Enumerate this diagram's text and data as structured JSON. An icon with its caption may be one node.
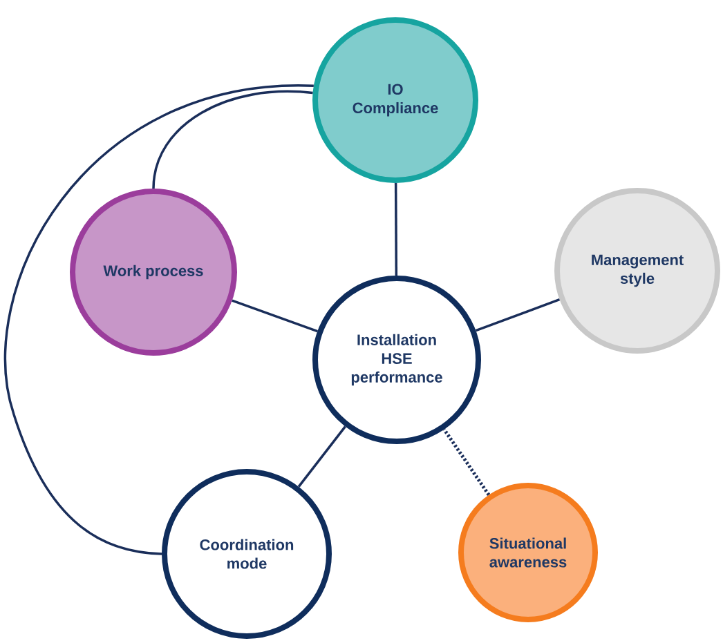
{
  "diagram": {
    "nodes": [
      {
        "text": [
          "IO Compliance"
        ]
      },
      {
        "text": [
          "Work process"
        ]
      },
      {
        "text": [
          "Management style"
        ]
      },
      {
        "text": [
          "Installation HSE performance"
        ]
      },
      {
        "text": [
          "Coordination mode"
        ]
      },
      {
        "text": [
          "Situational awareness"
        ]
      }
    ],
    "edges": [
      {
        "from": 0,
        "to": 3,
        "arrow": "none"
      },
      {
        "from": 1,
        "to": 3,
        "arrow": "none"
      },
      {
        "from": 2,
        "to": 3,
        "arrow": "none"
      },
      {
        "from": 4,
        "to": 3,
        "arrow": "none"
      },
      {
        "from": 5,
        "to": 3,
        "arrow": "none",
        "style": "dashed"
      },
      {
        "from": 0,
        "to": 1,
        "arrow": "none"
      },
      {
        "from": 0,
        "to": 4,
        "arrow": "none"
      }
    ]
  }
}
